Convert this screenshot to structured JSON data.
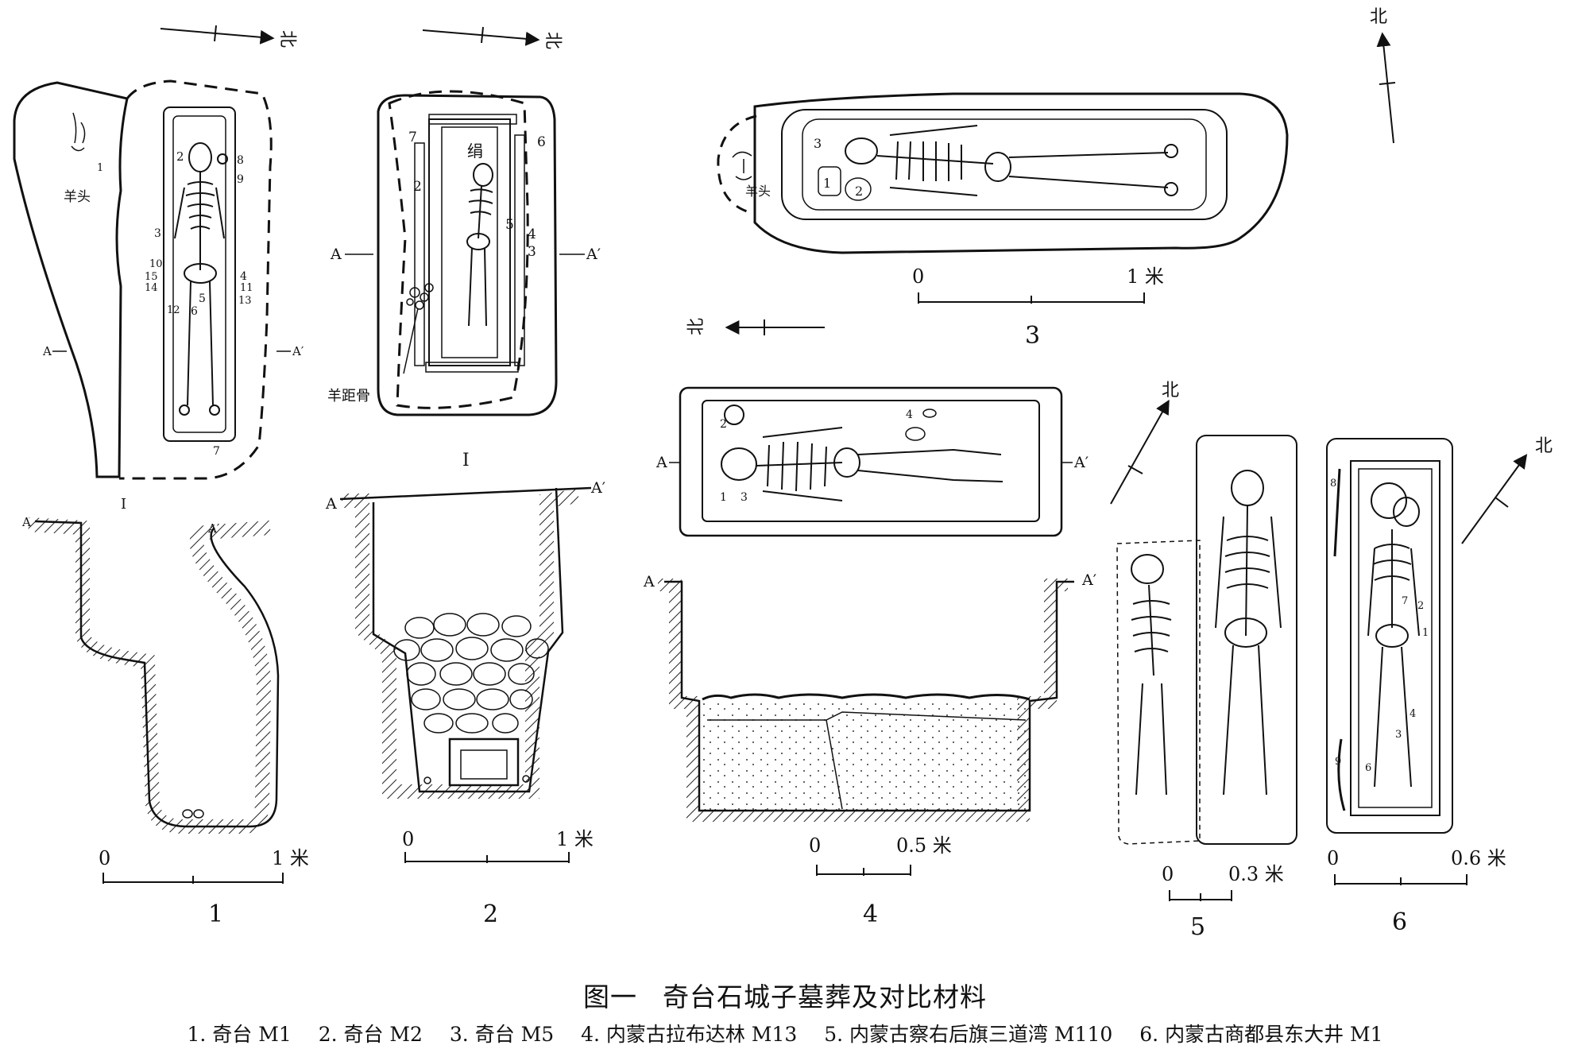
{
  "north_label": "北",
  "panels": [
    {
      "number": "1",
      "annotations": [
        "羊头",
        "1",
        "2",
        "3",
        "4",
        "5",
        "6",
        "7",
        "8",
        "9",
        "10",
        "11",
        "12",
        "13",
        "14",
        "15"
      ],
      "section_left": "A",
      "section_right": "A′",
      "section_mark": "I",
      "scale": {
        "start": "0",
        "end": "1 米"
      }
    },
    {
      "number": "2",
      "annotations": [
        "绢",
        "羊距骨",
        "2",
        "3",
        "4",
        "5",
        "6",
        "7"
      ],
      "section_left": "A",
      "section_right": "A′",
      "section_mark": "I",
      "scale": {
        "start": "0",
        "end": "1 米"
      }
    },
    {
      "number": "3",
      "annotations": [
        "羊头",
        "1",
        "2",
        "3"
      ],
      "scale": {
        "start": "0",
        "end": "1 米"
      }
    },
    {
      "number": "4",
      "annotations": [
        "1",
        "2",
        "3",
        "4"
      ],
      "section_left": "A",
      "section_right": "A′",
      "scale": {
        "start": "0",
        "end": "0.5 米"
      }
    },
    {
      "number": "5",
      "scale": {
        "start": "0",
        "end": "0.3 米"
      }
    },
    {
      "number": "6",
      "annotations": [
        "1",
        "2",
        "3",
        "4",
        "6",
        "7",
        "8",
        "9"
      ],
      "scale": {
        "start": "0",
        "end": "0.6 米"
      }
    }
  ],
  "caption": {
    "label": "图一",
    "title": "奇台石城子墓葬及对比材料",
    "items": [
      "1. 奇台 M1",
      "2. 奇台 M2",
      "3. 奇台 M5",
      "4. 内蒙古拉布达林 M13",
      "5. 内蒙古察右后旗三道湾 M110",
      "6. 内蒙古商都县东大井 M1"
    ]
  }
}
